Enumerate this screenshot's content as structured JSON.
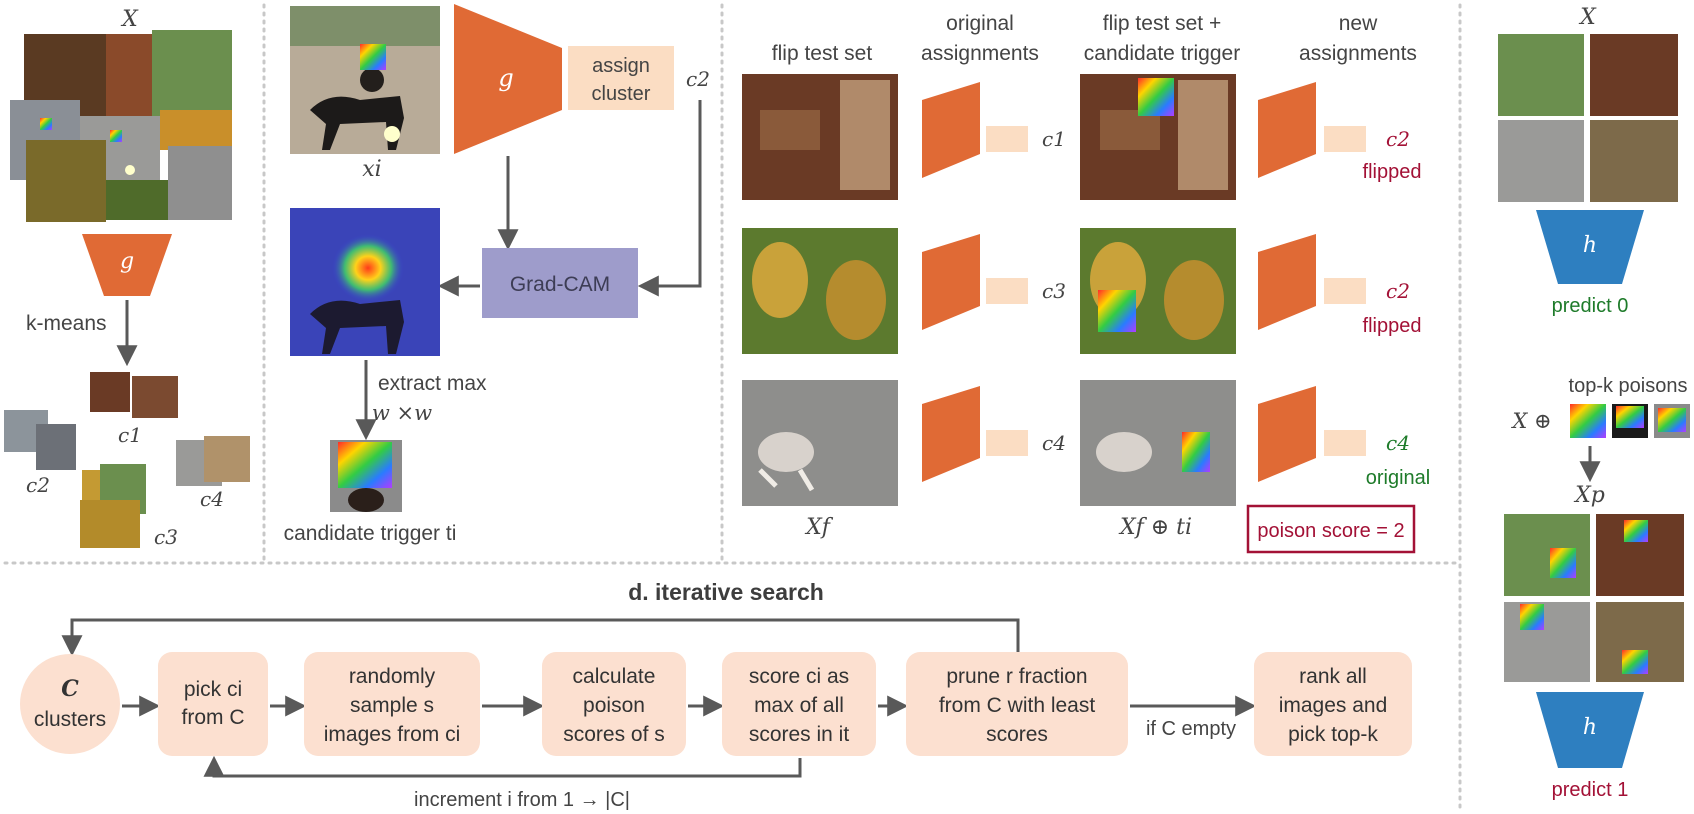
{
  "colors": {
    "encoder": "#E06A35",
    "cluster_box": "#FBDDC3",
    "step_box": "#FCE0D0",
    "gradcam": "#9E9CCB",
    "classifier": "#2E7FC0",
    "arrow": "#595959",
    "red_text": "#A31136",
    "green_text": "#1E7B2A",
    "divider": "#C8C8C8"
  },
  "panel_a": {
    "dataset_label": "X",
    "encoder_label": "g",
    "kmeans_label": "k-means",
    "cluster_labels": [
      "c1",
      "c2",
      "c3",
      "c4"
    ]
  },
  "panel_b": {
    "input_label": "xi",
    "encoder_label": "g",
    "assign_cluster": [
      "assign",
      "cluster"
    ],
    "cluster_out": "c2",
    "gradcam_label": "Grad-CAM",
    "extract_line1": "extract max",
    "extract_line2": "w ×w",
    "candidate_label": "candidate trigger ti"
  },
  "panel_c": {
    "col_headers": [
      [
        "flip test set"
      ],
      [
        "original",
        "assignments"
      ],
      [
        "flip test set +",
        "candidate trigger"
      ],
      [
        "new",
        "assignments"
      ]
    ],
    "rows": [
      {
        "orig": "c1",
        "new": "c2",
        "status": "flipped"
      },
      {
        "orig": "c3",
        "new": "c2",
        "status": "flipped"
      },
      {
        "orig": "c4",
        "new": "c4",
        "status": "original"
      }
    ],
    "xf_label": "Xf",
    "xf_trigger_label": "Xf ⊕ ti",
    "poison_score": "poison score = 2"
  },
  "panel_d": {
    "title": "d. iterative search",
    "steps": [
      [
        "C",
        "clusters"
      ],
      [
        "pick ci",
        "from C"
      ],
      [
        "randomly",
        "sample s",
        "images from ci"
      ],
      [
        "calculate",
        "poison",
        "scores of s"
      ],
      [
        "score ci as",
        "max of all",
        "scores in it"
      ],
      [
        "prune r fraction",
        "from C with least",
        "scores"
      ],
      [
        "rank all",
        "images and",
        "pick top-k"
      ]
    ],
    "if_empty": "if C empty",
    "increment": "increment i from 1 → |C|"
  },
  "panel_e": {
    "dataset_label": "X",
    "classifier_label": "h",
    "predict0": "predict 0",
    "topk_label": "top-k poisons",
    "x_oplus": "X ⊕",
    "xp_label": "Xp",
    "predict1": "predict 1"
  }
}
